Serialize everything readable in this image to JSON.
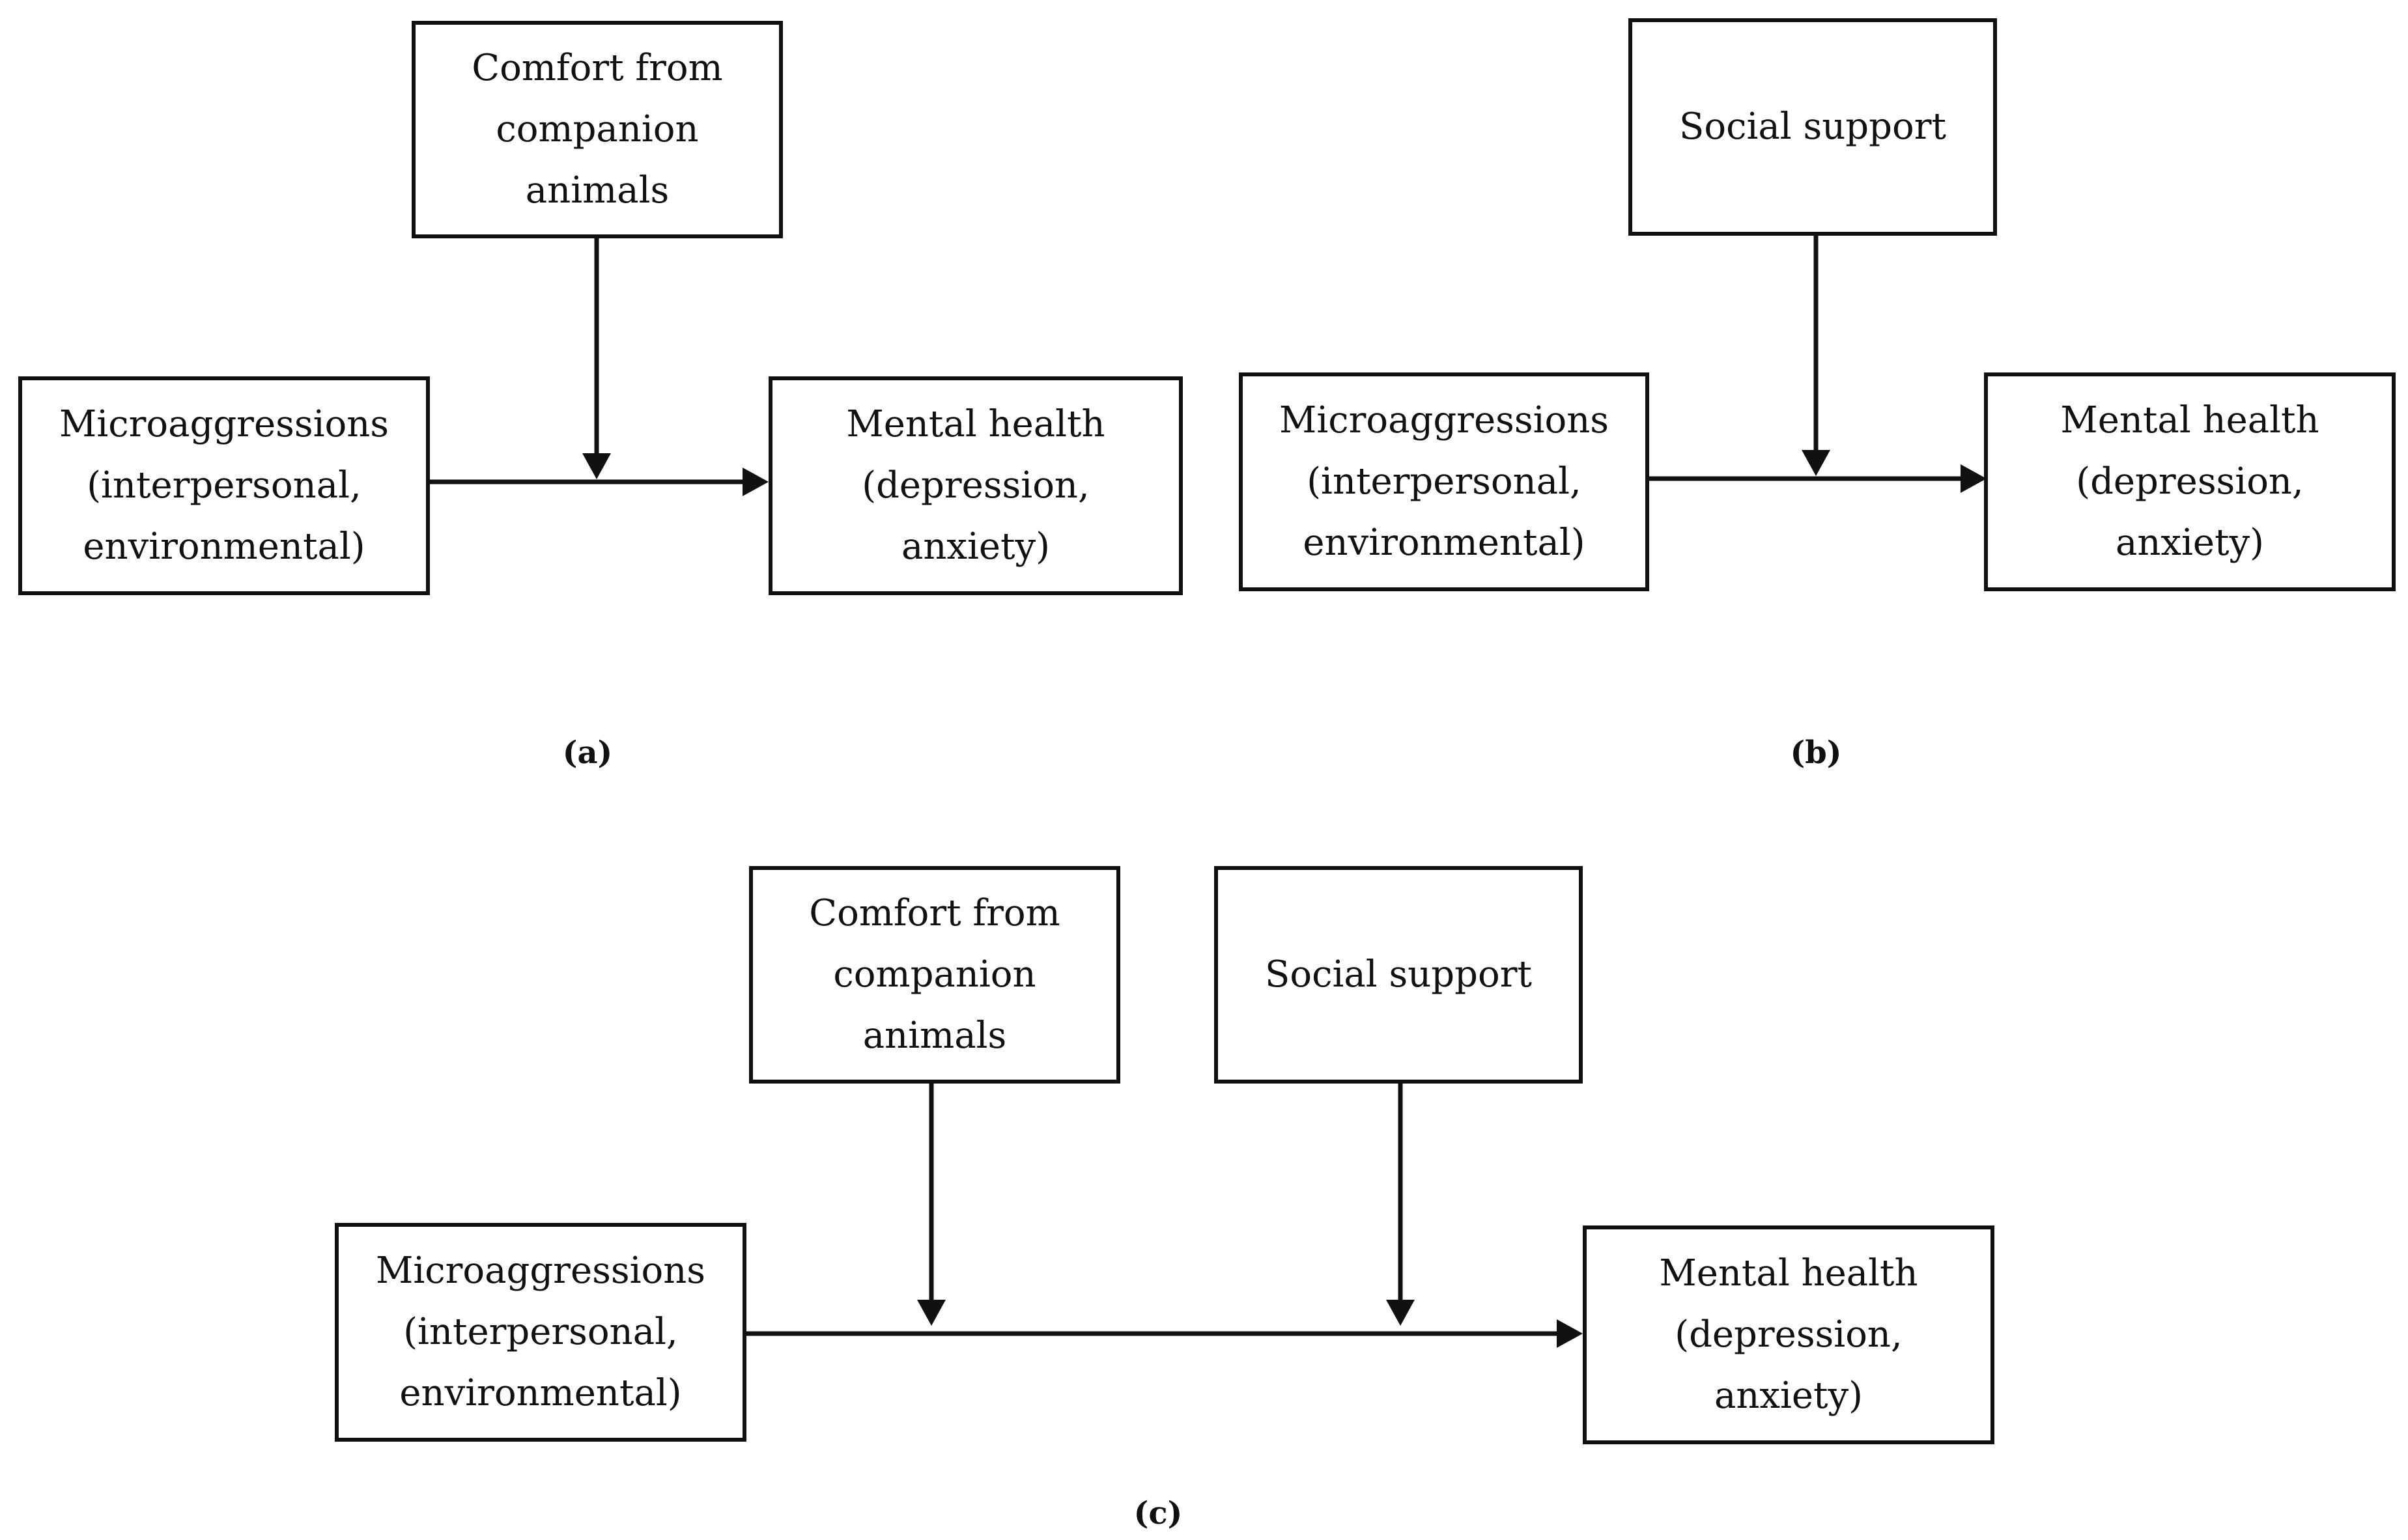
{
  "panel_a": {
    "moderator": [
      "Comfort from",
      "companion",
      "animals"
    ],
    "predictor": [
      "Microaggressions",
      "(interpersonal,",
      "environmental)"
    ],
    "outcome": [
      "Mental health",
      "(depression,",
      "anxiety)"
    ],
    "caption": "(a)"
  },
  "panel_b": {
    "moderator": [
      "Social support"
    ],
    "predictor": [
      "Microaggressions",
      "(interpersonal,",
      "environmental)"
    ],
    "outcome": [
      "Mental health",
      "(depression,",
      "anxiety)"
    ],
    "caption": "(b)"
  },
  "panel_c": {
    "moderator_1": [
      "Comfort from",
      "companion",
      "animals"
    ],
    "moderator_2": [
      "Social support"
    ],
    "predictor": [
      "Microaggressions",
      "(interpersonal,",
      "environmental)"
    ],
    "outcome": [
      "Mental health",
      "(depression,",
      "anxiety)"
    ],
    "caption": "(c)"
  },
  "colors": {
    "stroke": "#111111",
    "background": "#ffffff"
  }
}
